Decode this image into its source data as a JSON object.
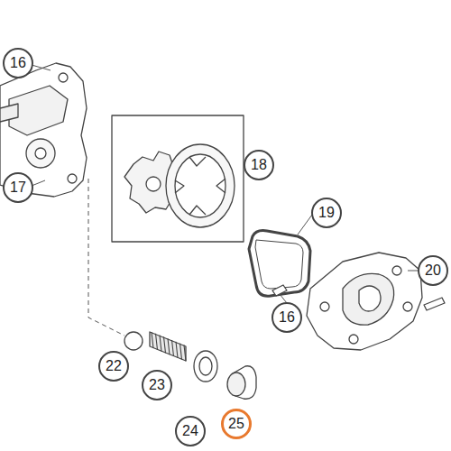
{
  "diagram": {
    "labels": [
      "16",
      "17",
      "18",
      "19",
      "16",
      "20",
      "22",
      "23",
      "24",
      "25"
    ]
  }
}
